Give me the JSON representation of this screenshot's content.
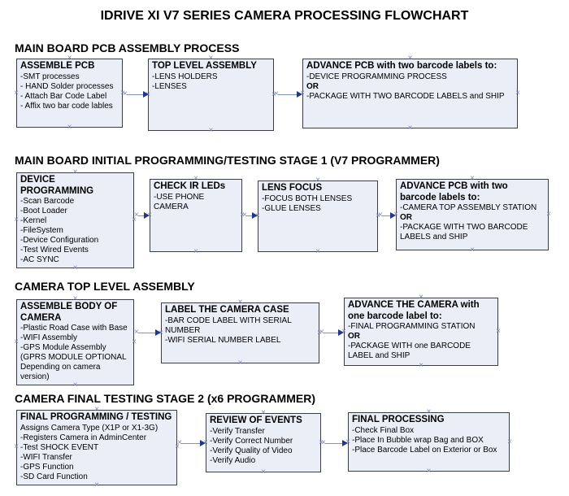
{
  "title": "IDRIVE XI V7 SERIES CAMERA PROCESSING FLOWCHART",
  "bold_item": "OR",
  "colors": {
    "box_fill": "#eaeef7",
    "box_border": "#3a3e44",
    "arrow_line": "#7f93bd",
    "arrow_head": "#20368f",
    "handle": "#8289b4"
  },
  "sections": [
    {
      "header": "MAIN BOARD PCB ASSEMBLY PROCESS",
      "boxes": [
        {
          "title": "ASSEMBLE PCB",
          "items": [
            "-SMT processes",
            "- HAND Solder processes",
            "- Attach Bar Code Label",
            "- Affix two bar code lables"
          ]
        },
        {
          "title": "TOP LEVEL ASSEMBLY",
          "items": [
            "-LENS HOLDERS",
            "-LENSES"
          ]
        },
        {
          "title": "ADVANCE PCB with two barcode labels to:",
          "items": [
            "-DEVICE PROGRAMMING PROCESS",
            "OR",
            "-PACKAGE WITH TWO BARCODE LABELS and SHIP"
          ]
        }
      ]
    },
    {
      "header": "MAIN BOARD INITIAL PROGRAMMING/TESTING STAGE 1 (V7 PROGRAMMER)",
      "boxes": [
        {
          "title": "DEVICE PROGRAMMING",
          "items": [
            "-Scan Barcode",
            "-Boot Loader",
            "-Kernel",
            "-FileSystem",
            "-Device Configuration",
            "-Test Wired Events",
            "-AC SYNC"
          ]
        },
        {
          "title": "CHECK IR LEDs",
          "items": [
            "-USE PHONE CAMERA"
          ]
        },
        {
          "title": "LENS FOCUS",
          "items": [
            "-FOCUS BOTH LENSES",
            "-GLUE LENSES"
          ]
        },
        {
          "title": "ADVANCE PCB with two barcode labels to:",
          "items": [
            "-CAMERA TOP ASSEMBLY STATION",
            "OR",
            "-PACKAGE WITH TWO BARCODE LABELS and SHIP"
          ]
        }
      ]
    },
    {
      "header": "CAMERA TOP LEVEL ASSEMBLY",
      "boxes": [
        {
          "title": "ASSEMBLE BODY OF CAMERA",
          "items": [
            "-Plastic Road Case with Base",
            "-WIFI Assembly",
            "-GPS Module Assembly",
            "(GPRS MODULE OPTIONAL",
            "Depending on camera version)"
          ]
        },
        {
          "title": "LABEL THE CAMERA CASE",
          "items": [
            "-BAR CODE LABEL WITH SERIAL NUMBER",
            "-WIFI SERIAL NUMBER LABEL"
          ]
        },
        {
          "title": "ADVANCE THE CAMERA with one barcode label to:",
          "items": [
            "-FINAL PROGRAMMING STATION",
            "OR",
            "-PACKAGE WITH one BARCODE LABEL and SHIP"
          ]
        }
      ]
    },
    {
      "header": "CAMERA FINAL TESTING STAGE 2 (x6 PROGRAMMER)",
      "boxes": [
        {
          "title": "FINAL PROGRAMMING / TESTING",
          "items": [
            "Assigns Camera Type (X1P or X1-3G)",
            "-Registers Camera in AdminCenter",
            "-Test SHOCK EVENT",
            "-WIFI Transfer",
            "-GPS Function",
            "-SD Card Function"
          ]
        },
        {
          "title": "REVIEW OF EVENTS",
          "items": [
            "-Verify Transfer",
            "-Verify Correct Number",
            "-Verify Quality of Video",
            "-Verify Audio"
          ]
        },
        {
          "title": "FINAL PROCESSING",
          "items": [
            "-Check Final Box",
            "-Place In Bubble wrap Bag and BOX",
            "-Place Barcode Label on Exterior or Box"
          ]
        }
      ]
    }
  ]
}
